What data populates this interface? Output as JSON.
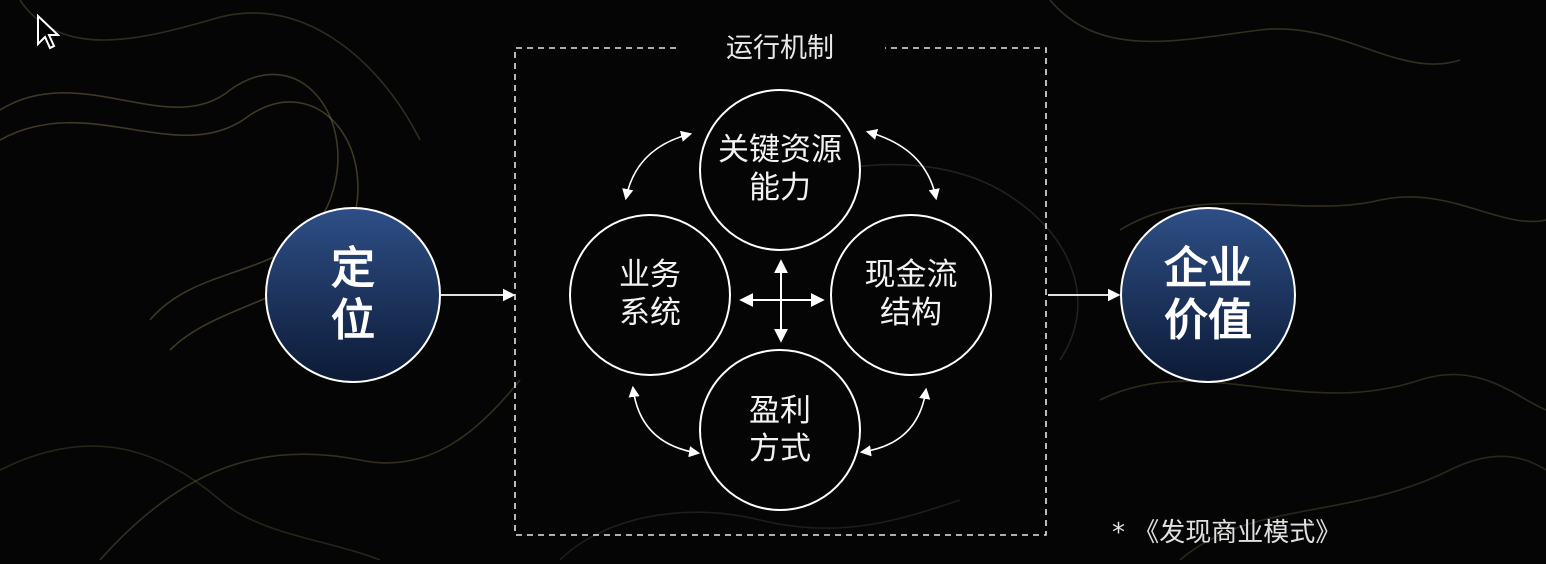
{
  "mechanism_label": "运行机制",
  "left_node": "定\n位",
  "right_node": "企业\n价值",
  "circles": {
    "top": "关键资源\n能力",
    "left": "业务\n系统",
    "right": "现金流\n结构",
    "bottom": "盈利\n方式"
  },
  "source_note": "*  《发现商业模式》",
  "colors": {
    "background": "#050505",
    "node_fill_top": "#2e4f86",
    "node_fill_bottom": "#0c1a36",
    "stroke": "#ffffff",
    "contour": "#8a7a4a"
  }
}
